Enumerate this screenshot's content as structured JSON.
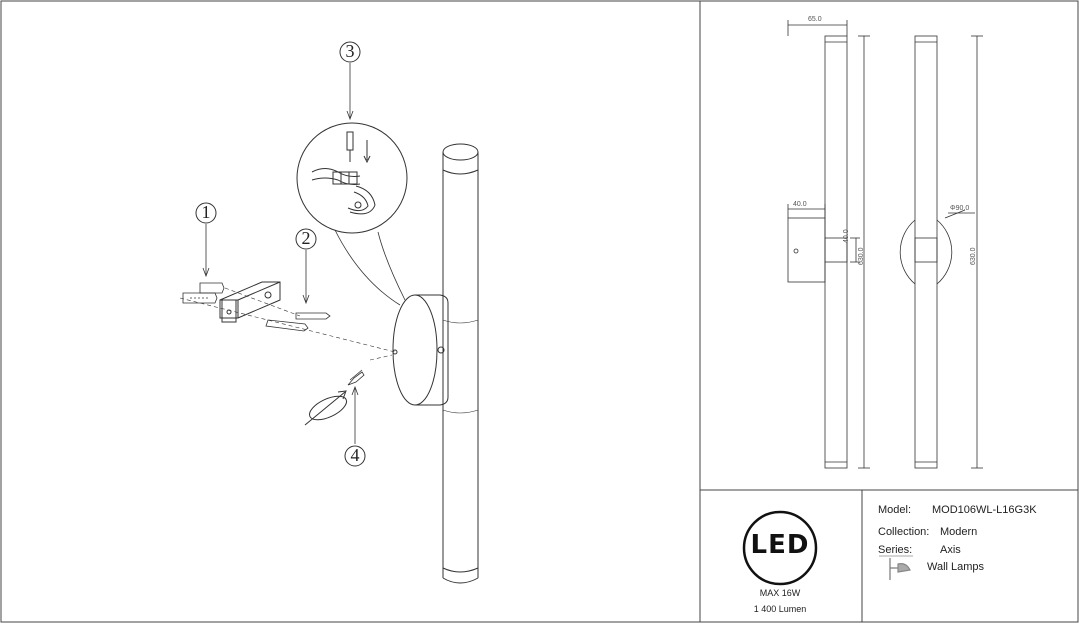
{
  "callouts": [
    "1",
    "2",
    "3",
    "4"
  ],
  "dimensions": {
    "width_top": "65.0",
    "height_front": "630.0",
    "base_depth": "40.0",
    "base_height": "40.0",
    "diameter": "Φ90.0",
    "height_side": "630.0"
  },
  "badge": {
    "logo_text": "LED",
    "power": "MAX 16W",
    "lumen": "1 400 Lumen"
  },
  "spec": {
    "model_label": "Model:",
    "model_value": "MOD106WL-L16G3K",
    "collection_label": "Collection:",
    "collection_value": "Modern",
    "series_label": "Series:",
    "series_value": "Axis",
    "category_value": "Wall Lamps",
    "category_icon": "wall-lamp-icon"
  },
  "colors": {
    "line": "#333333",
    "thin": "#666666",
    "frame": "#444444"
  }
}
